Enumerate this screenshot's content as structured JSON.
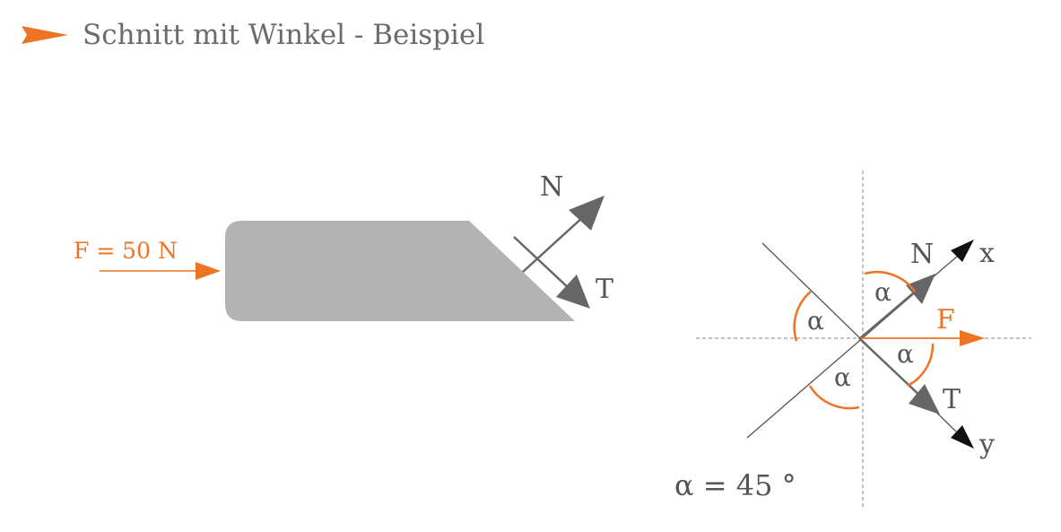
{
  "header": {
    "title": "Schnitt mit Winkel - Beispiel"
  },
  "colors": {
    "accent": "#ee7322",
    "text": "#6b6b6b",
    "body_fill": "#b3b3b3",
    "arrow_gray": "#666666",
    "axis_black": "#111111",
    "line_gray": "#555555"
  },
  "left_figure": {
    "force_label": "F = 50 N",
    "normal_label": "N",
    "tangential_label": "T"
  },
  "right_figure": {
    "x_axis_label": "x",
    "y_axis_label": "y",
    "normal_label": "N",
    "tangential_label": "T",
    "force_label": "F",
    "angle_symbol": "α",
    "angle_value": "α = 45 °"
  }
}
